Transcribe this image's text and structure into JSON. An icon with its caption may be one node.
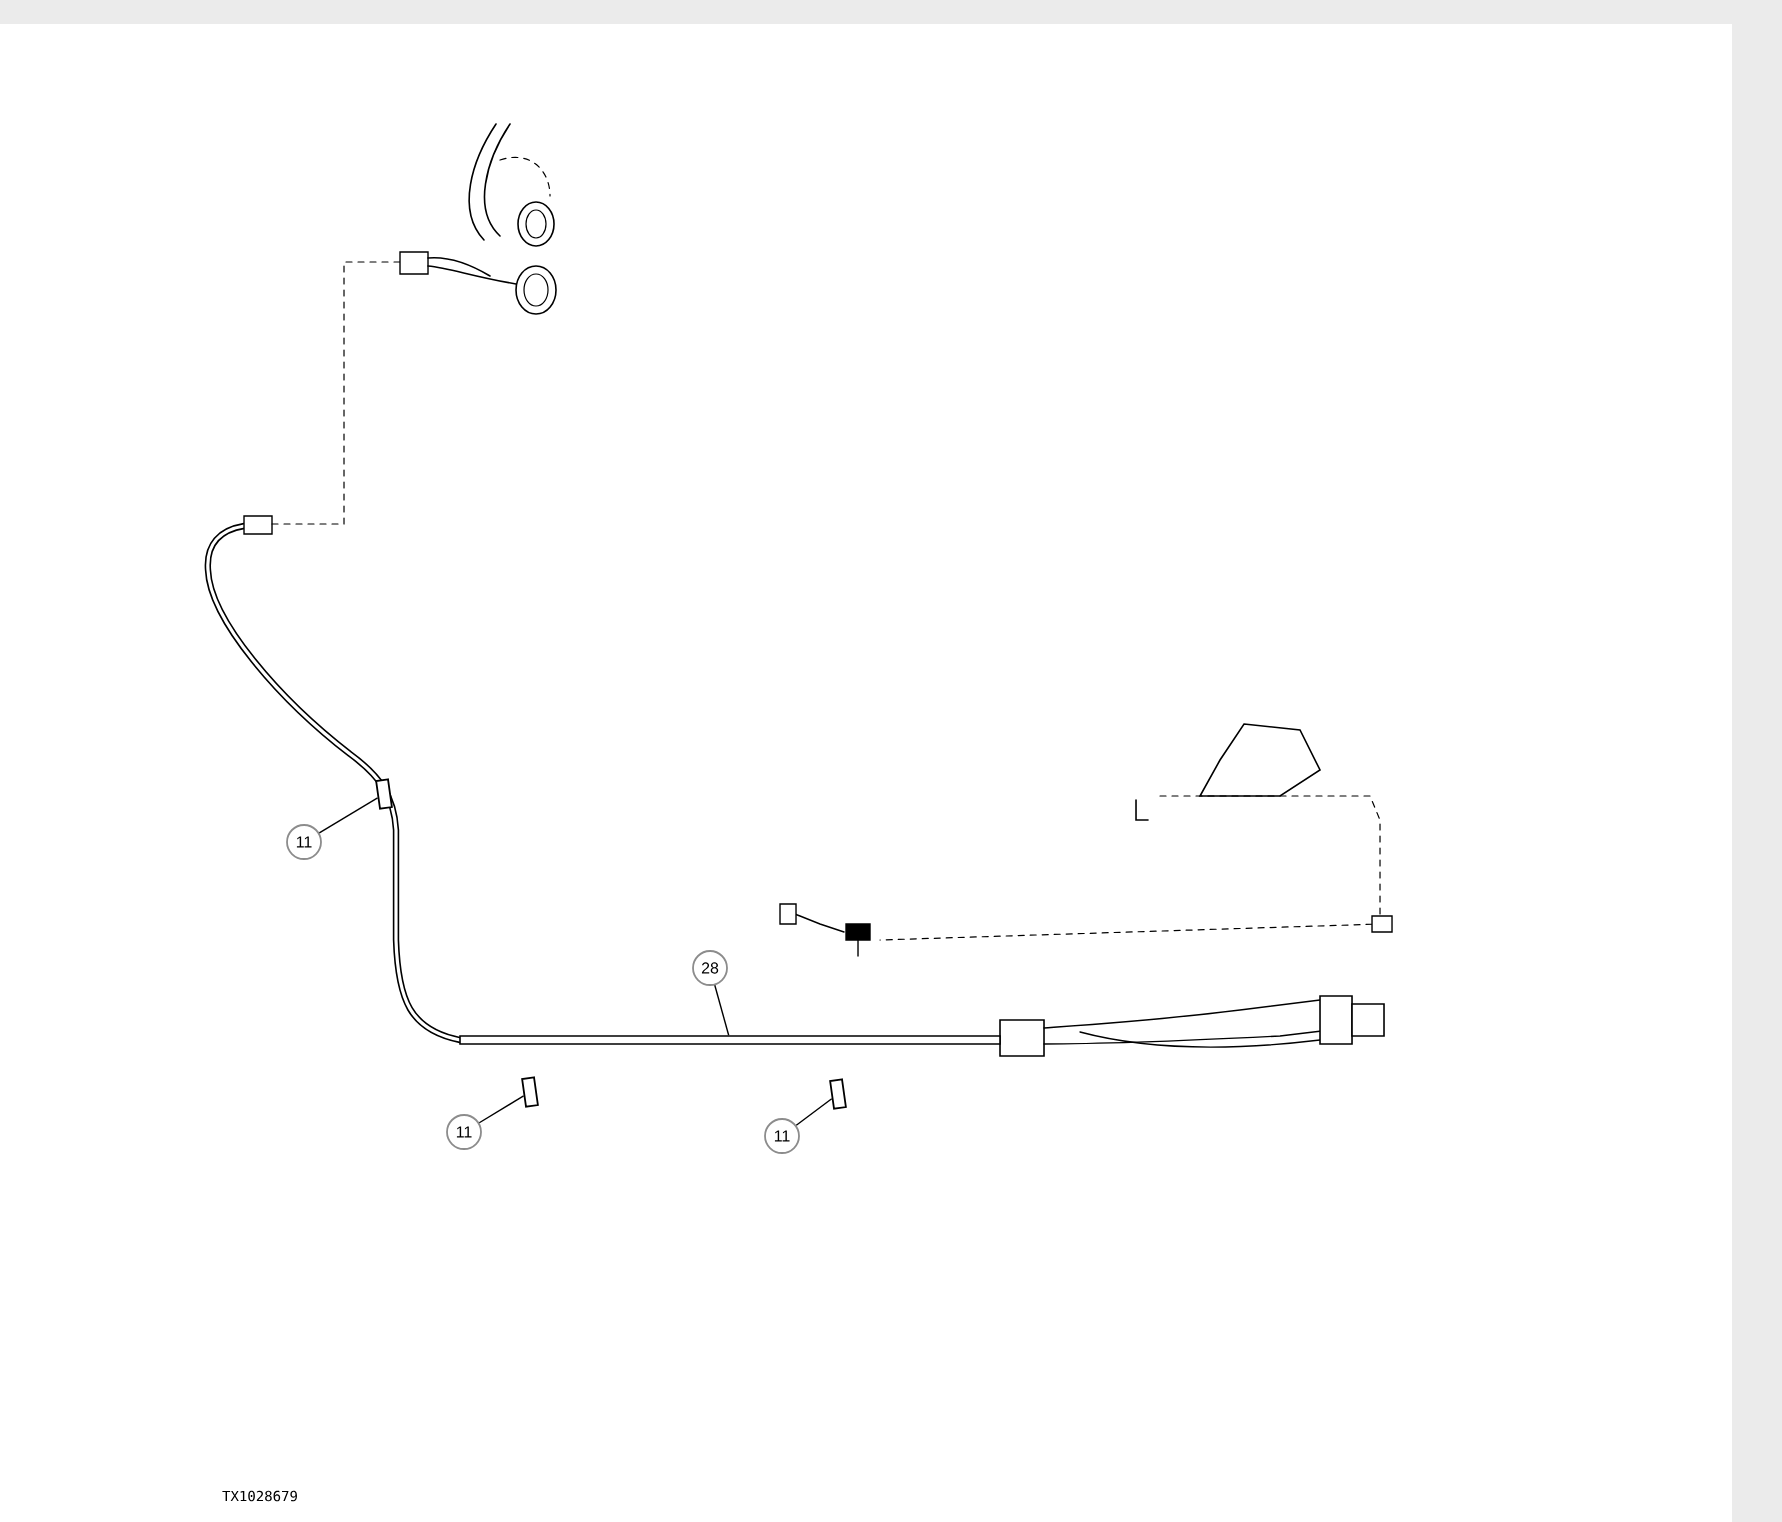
{
  "diagram": {
    "nodes": [
      {
        "text": [
          "11"
        ]
      },
      {
        "text": [],
        "shape": "clip"
      },
      {
        "text": [
          "28"
        ]
      },
      {
        "text": [],
        "shape": "cable"
      },
      {
        "text": [
          "11"
        ]
      },
      {
        "text": [],
        "shape": "clip"
      },
      {
        "text": [
          "11"
        ]
      },
      {
        "text": [],
        "shape": "clip"
      }
    ],
    "edges": [
      {
        "from": 0,
        "to": 1,
        "arrow": "none"
      },
      {
        "from": 2,
        "to": 3,
        "arrow": "none"
      },
      {
        "from": 4,
        "to": 5,
        "arrow": "none"
      },
      {
        "from": 6,
        "to": 7,
        "arrow": "none"
      }
    ],
    "labels": [
      "TX1028679"
    ]
  }
}
